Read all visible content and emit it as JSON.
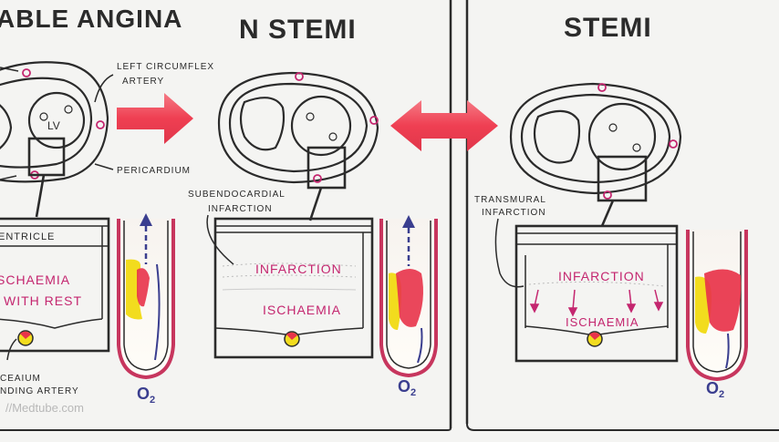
{
  "panels": {
    "unstable_angina": {
      "title": "ABLE ANGINA",
      "labels": {
        "lv": "LV",
        "left_circumflex": "LEFT CIRCUMFLEX",
        "artery": "ARTERY",
        "pericardium": "PERICARDIUM",
        "ventricle": "ENTRICLE",
        "ischaemia": "SCHAEMIA",
        "with_rest": "WITH REST",
        "oxygen": "O",
        "oxygen_sub": "2",
        "bottom_1": "CEAIUM",
        "bottom_2": "NDING ARTERY"
      }
    },
    "nstemi": {
      "title": "N STEMI",
      "labels": {
        "subendocardial": "SUBENDOCARDIAL",
        "infarction_label": "INFARCTION",
        "infarction": "INFARCTION",
        "ischaemia": "ISCHAEMIA",
        "oxygen": "O",
        "oxygen_sub": "2"
      }
    },
    "stemi": {
      "title": "STEMI",
      "labels": {
        "transmural": "TRANSMURAL",
        "infarction_label": "INFARCTION",
        "infarction": "INFARCTION",
        "ischaemia": "ISCHAEMIA",
        "oxygen": "O",
        "oxygen_sub": "2"
      }
    }
  },
  "watermark": "//Medtube.com",
  "colors": {
    "ink": "#2b2b2b",
    "magenta": "#c4266f",
    "arrow_red": "#ef3f52",
    "clot_yellow": "#f2dc1e",
    "clot_red": "#e8334a",
    "vessel_wall": "#c7365e",
    "blue_arrow": "#3a3e8f"
  }
}
